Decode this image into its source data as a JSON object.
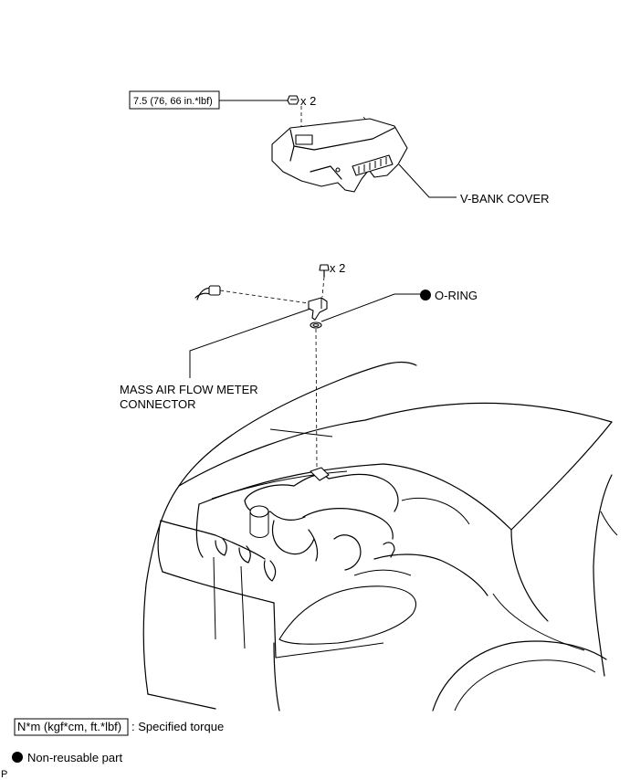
{
  "callouts": {
    "torque_value": "7.5 (76, 66 in.*lbf)",
    "nut_qty": "x 2",
    "bolt_qty": "x 2",
    "v_bank_cover": "V-BANK COVER",
    "o_ring": "O-RING",
    "maf_line1": "MASS AIR FLOW METER",
    "maf_line2": "CONNECTOR"
  },
  "legend": {
    "torque_box": "N*m (kgf*cm, ft.*lbf)",
    "torque_desc": ": Specified torque",
    "nonreusable": "Non-reusable part"
  },
  "footer": {
    "mark": "P"
  },
  "icons": {
    "nonreusable": "filled-circle-icon",
    "nut": "nut-icon",
    "bolt": "bolt-icon"
  }
}
